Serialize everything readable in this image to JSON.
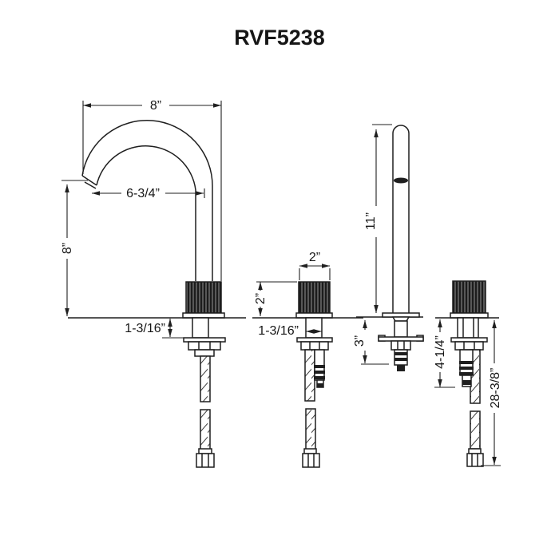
{
  "title": "RVF5238",
  "views": {
    "spout_front": {
      "dims": {
        "width_top": "8”",
        "reach": "6-3/4”",
        "height": "8”",
        "deck_thickness": "1-3/16”"
      }
    },
    "handle_front": {
      "dims": {
        "width": "2”",
        "height": "2”",
        "shank_diameter": "1-3/16”"
      }
    },
    "spout_side": {
      "dims": {
        "height": "11”",
        "below_deck": "3”"
      }
    },
    "handle_side": {
      "dims": {
        "below_deck": "4-1/4”",
        "hose_length": "28-3/8”"
      }
    }
  },
  "colors": {
    "line": "#1f1f1f",
    "background": "#ffffff"
  }
}
